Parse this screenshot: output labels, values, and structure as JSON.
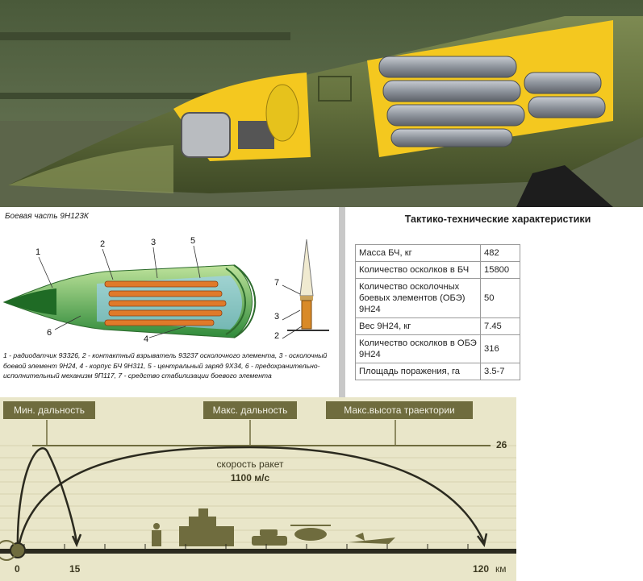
{
  "photo": {
    "description_icon": "warhead-photo"
  },
  "diagram": {
    "title": "Боевая часть 9Н123К",
    "numbers": [
      "1",
      "2",
      "3",
      "5",
      "6",
      "4",
      "7",
      "3",
      "2"
    ],
    "legend": "1 - радиодатчик 9З326, 2 - контактный взрыватель 9З237 осколочного элемента, 3 - осколочный боевой элемент 9Н24, 4 - корпус БЧ 9Н311, 5 - центральный заряд 9Х34, 6 - предохранительно-исполнительный механизм 9П117, 7 - средство стабилизации боевого элемента"
  },
  "specs": {
    "title": "Тактико-технические характеристики",
    "rows": [
      {
        "label": "Масса БЧ, кг",
        "value": "482"
      },
      {
        "label": "Количество осколков в БЧ",
        "value": "15800"
      },
      {
        "label": "Количество осколочных боевых элементов (ОБЭ) 9Н24",
        "value": "50"
      },
      {
        "label": "Вес 9Н24, кг",
        "value": "7.45"
      },
      {
        "label": "Количество осколков в ОБЭ 9Н24",
        "value": "316"
      },
      {
        "label": "Площадь поражения, га",
        "value": "3.5-7"
      }
    ]
  },
  "range": {
    "labels": {
      "min": "Мин. дальность",
      "max": "Макс. дальность",
      "height": "Макс.высота траектории"
    },
    "speed_line1": "скорость ракет",
    "speed_line2": "1100 м/с",
    "ticks": {
      "zero": "0",
      "min": "15",
      "max": "120",
      "unit": "км",
      "height": "26"
    },
    "colors": {
      "bg": "#e9e6c9",
      "accent": "#6f6c3e",
      "ground": "#2b2a1f"
    }
  }
}
